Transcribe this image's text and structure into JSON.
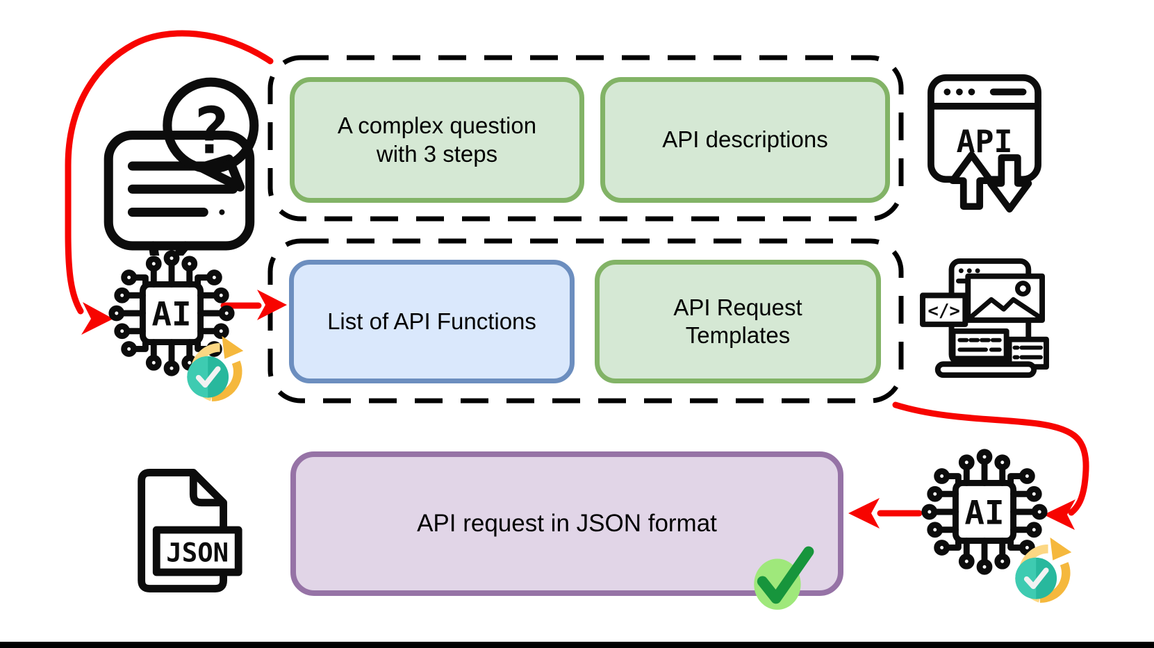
{
  "boxes": {
    "complex_question": {
      "label": "A complex question with 3 steps",
      "fill": "#d5e8d4",
      "border": "#82b366"
    },
    "api_descriptions": {
      "label": "API descriptions",
      "fill": "#d5e8d4",
      "border": "#82b366"
    },
    "api_functions": {
      "label": "List of API Functions",
      "fill": "#dae8fc",
      "border": "#6c8ebf"
    },
    "api_templates": {
      "label": "API Request Templates",
      "fill": "#d5e8d4",
      "border": "#82b366"
    },
    "json_request": {
      "label": "API request in JSON format",
      "fill": "#e1d5e7",
      "border": "#9673a6"
    }
  },
  "icons": {
    "ai_chip_label": "AI",
    "api_browser_label": "API",
    "json_file_label": "JSON",
    "code_snippet_label": "</>",
    "question_mark": "?"
  },
  "colors": {
    "arrow_red": "#f70400",
    "dash_black": "#000000",
    "check_teal": "#28b89d",
    "refresh_yellow": "#f5b83d",
    "success_green": "#17953c",
    "success_green_light": "#9fe87b"
  }
}
